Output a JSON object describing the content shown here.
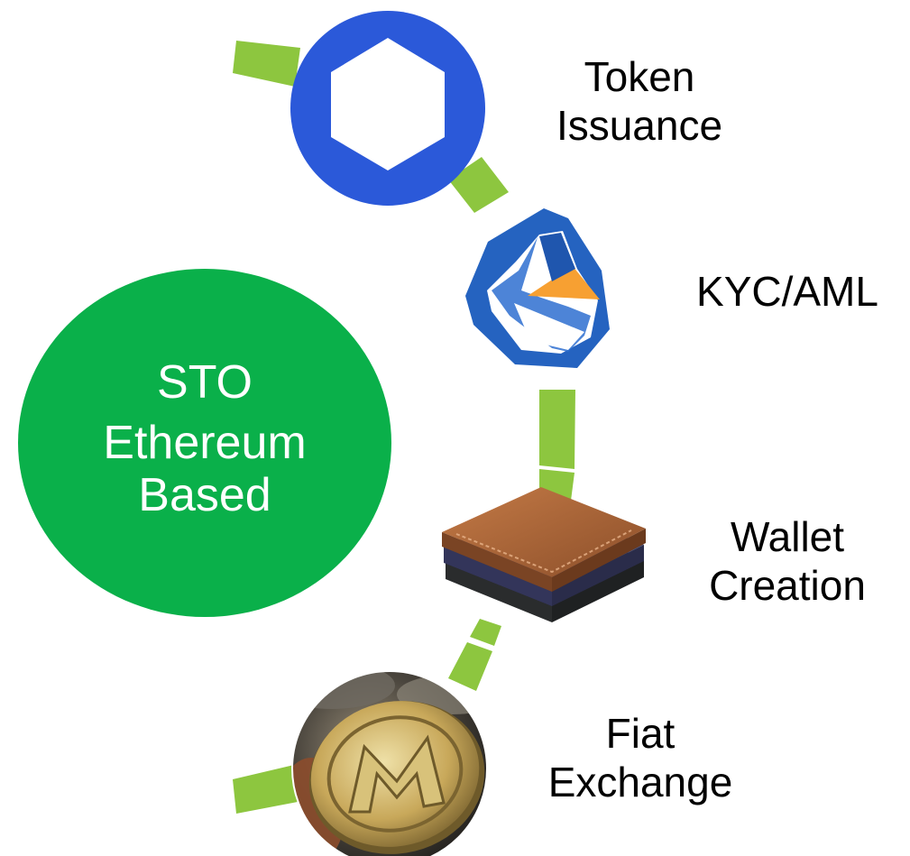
{
  "center": {
    "title": "STO",
    "subtitle_line1": "Ethereum",
    "subtitle_line2": "Based"
  },
  "steps": [
    {
      "label_line1": "Token",
      "label_line2": "Issuance",
      "icon": "hexagon-token-icon"
    },
    {
      "label_line1": "KYC/AML",
      "label_line2": "",
      "icon": "kyc-shield-icon"
    },
    {
      "label_line1": "Wallet",
      "label_line2": "Creation",
      "icon": "wallet-icon"
    },
    {
      "label_line1": "Fiat",
      "label_line2": "Exchange",
      "icon": "coin-icon"
    }
  ],
  "colors": {
    "connector": "#8dc63f",
    "center_circle": "#0ab04a",
    "token_circle": "#2b59d9",
    "kyc_blue": "#2563c0",
    "kyc_orange": "#f7a032",
    "wallet_brown": "#b0663a",
    "coin_gold": "#c8a85a"
  }
}
